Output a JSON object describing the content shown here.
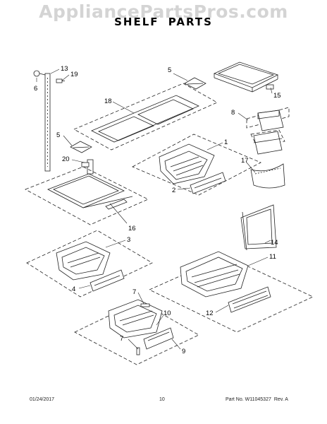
{
  "watermark": "AppliancePartsPros.com",
  "title": "SHELF PARTS",
  "callouts": {
    "c1": "1",
    "c2": "2",
    "c3": "3",
    "c4": "4",
    "c5a": "5",
    "c5b": "5",
    "c6": "6",
    "c7a": "7",
    "c7b": "7",
    "c8": "8",
    "c9": "9",
    "c10": "10",
    "c11": "11",
    "c12": "12",
    "c13": "13",
    "c14": "14",
    "c15": "15",
    "c16": "16",
    "c17": "17",
    "c18": "18",
    "c19": "19",
    "c20": "20"
  },
  "footer": {
    "date": "01/24/2017",
    "page": "10",
    "part_no": "Part No. W11045327",
    "rev": "Rev. A"
  }
}
